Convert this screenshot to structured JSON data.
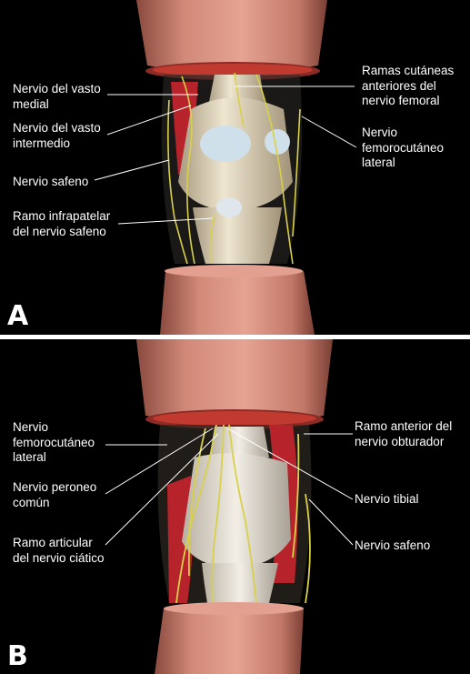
{
  "panels": [
    {
      "id": "A",
      "letter": "A",
      "labels": [
        {
          "id": "vasto-medial",
          "text": "Nervio del vasto\nmedial"
        },
        {
          "id": "vasto-intermedio",
          "text": "Nervio del vasto\nintermedio"
        },
        {
          "id": "safeno",
          "text": "Nervio safeno"
        },
        {
          "id": "infrapatelar",
          "text": "Ramo infrapatelar\ndel nervio safeno"
        },
        {
          "id": "cutaneas",
          "text": "Ramas cutáneas\nanteriores del\nnervio femoral"
        },
        {
          "id": "femorocutaneo",
          "text": "Nervio\nfemorocutáneo\nlateral"
        }
      ]
    },
    {
      "id": "B",
      "letter": "B",
      "labels": [
        {
          "id": "femorocutaneo",
          "text": "Nervio\nfemorocutáneo\nlateral"
        },
        {
          "id": "peroneo",
          "text": "Nervio peroneo\ncomún"
        },
        {
          "id": "articular",
          "text": "Ramo articular\ndel nervio ciático"
        },
        {
          "id": "obturador",
          "text": "Ramo anterior del\nnervio obturador"
        },
        {
          "id": "tibial",
          "text": "Nervio tibial"
        },
        {
          "id": "safeno",
          "text": "Nervio safeno"
        }
      ]
    }
  ],
  "colors": {
    "background": "#000000",
    "skin": "#d99383",
    "bone": "#e6dcc4",
    "muscle": "#b7232a",
    "nerve": "#d8d04a",
    "label": "#ffffff"
  }
}
